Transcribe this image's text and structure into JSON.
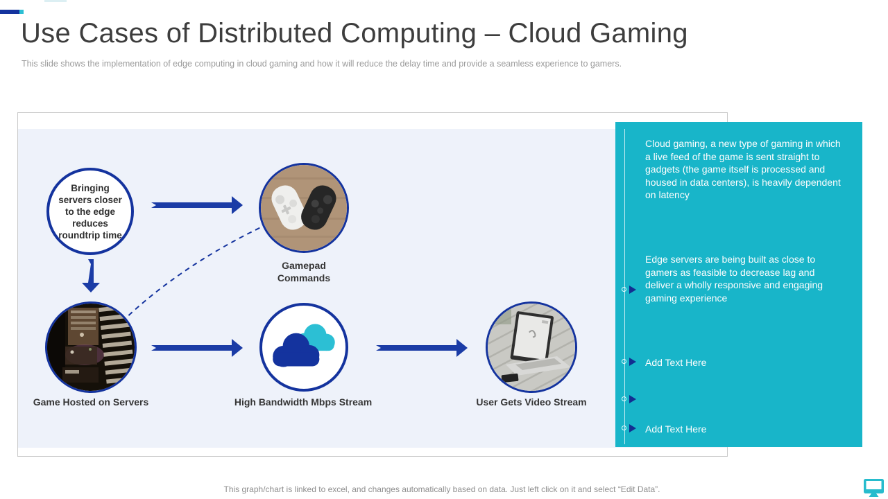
{
  "slide": {
    "title": "Use Cases of Distributed Computing – Cloud Gaming",
    "subtitle": "This slide shows the implementation of edge computing in cloud gaming and how it will reduce the delay time and provide a seamless experience to gamers.",
    "footer_note": "This graph/chart is linked to excel, and changes automatically based on data. Just left click on it and select “Edit Data”."
  },
  "diagram": {
    "nodes": [
      {
        "label": "Bringing servers closer to the edge reduces roundtrip time",
        "kind": "text-circle"
      },
      {
        "label": "Gamepad Commands",
        "kind": "photo-circle",
        "icon": "gamepad-photo"
      },
      {
        "label": "Game Hosted on Servers",
        "kind": "photo-circle",
        "icon": "server-rack-photo"
      },
      {
        "label": "High Bandwidth Mbps Stream",
        "kind": "icon-circle",
        "icon": "dual-clouds-icon"
      },
      {
        "label": "User Gets Video Stream",
        "kind": "photo-circle",
        "icon": "laptop-photo"
      }
    ]
  },
  "panel": {
    "bullets": [
      {
        "text": "Cloud gaming, a new type of gaming in which a live feed of the game is sent straight to gadgets (the game itself is processed and housed in data centers), is heavily dependent on latency"
      },
      {
        "text": "Edge servers are being built as close to gamers as feasible to decrease lag and deliver a wholly responsive and engaging gaming experience"
      },
      {
        "text": "Add Text Here"
      },
      {
        "text": "Add Text Here"
      }
    ]
  },
  "colors": {
    "navy": "#14339e",
    "arrow_navy": "#1b3ca6",
    "cyan_panel": "#18b5c9",
    "cloud_cyan": "#2cbfd4",
    "diagram_bg": "#eef2fa",
    "title_text": "#3d3d3d",
    "muted_text": "#9b9b9b"
  }
}
